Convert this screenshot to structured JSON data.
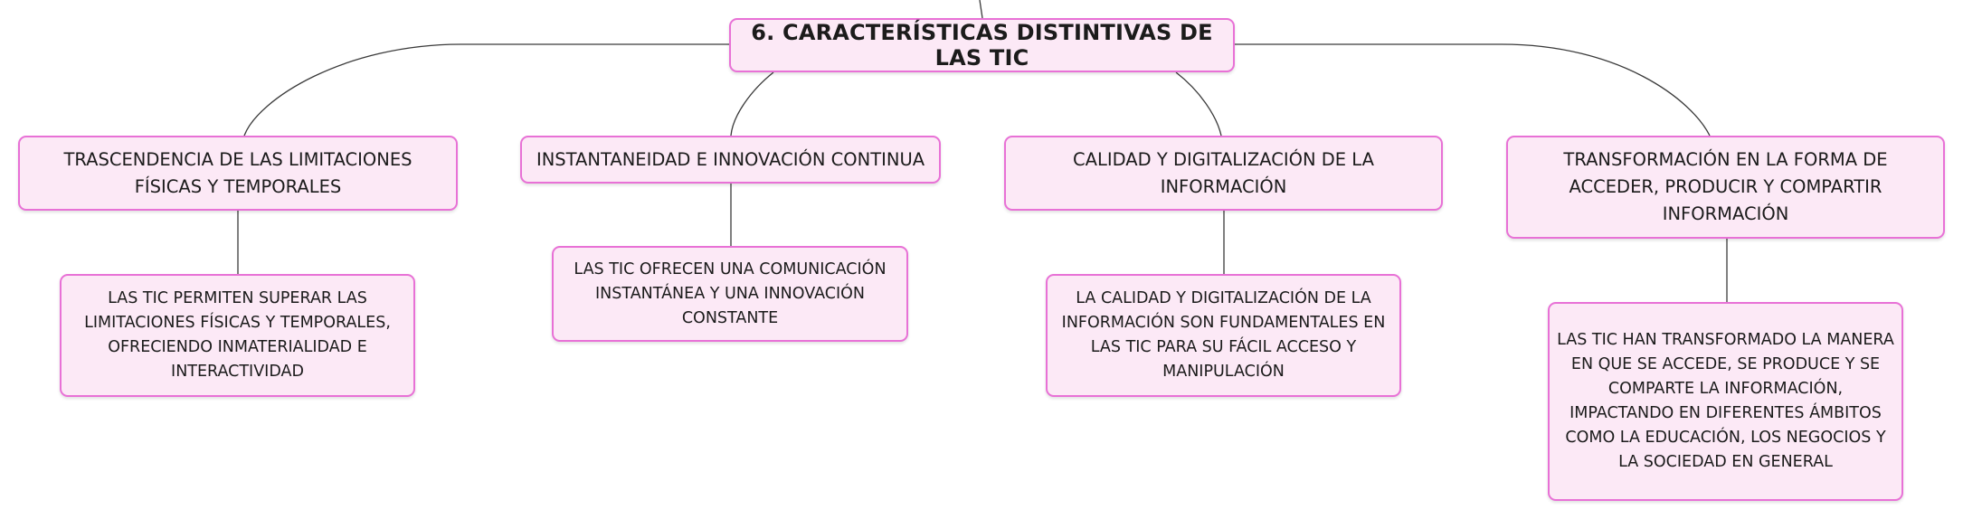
{
  "root": {
    "title": "6. CARACTERÍSTICAS DISTINTIVAS DE LAS TIC"
  },
  "branches": [
    {
      "topic": "TRASCENDENCIA DE LAS LIMITACIONES FÍSICAS Y TEMPORALES",
      "detail": "LAS TIC PERMITEN SUPERAR LAS LIMITACIONES FÍSICAS Y TEMPORALES, OFRECIENDO INMATERIALIDAD E INTERACTIVIDAD"
    },
    {
      "topic": "INSTANTANEIDAD E INNOVACIÓN CONTINUA",
      "detail": "LAS TIC OFRECEN UNA COMUNICACIÓN INSTANTÁNEA Y UNA INNOVACIÓN CONSTANTE"
    },
    {
      "topic": "CALIDAD Y DIGITALIZACIÓN DE LA INFORMACIÓN",
      "detail": "LA CALIDAD Y DIGITALIZACIÓN DE LA INFORMACIÓN SON FUNDAMENTALES EN LAS TIC PARA SU FÁCIL ACCESO Y MANIPULACIÓN"
    },
    {
      "topic": "TRANSFORMACIÓN EN LA FORMA DE ACCEDER, PRODUCIR Y COMPARTIR INFORMACIÓN",
      "detail": "LAS TIC HAN TRANSFORMADO LA MANERA EN QUE SE ACCEDE, SE PRODUCE Y SE COMPARTE LA INFORMACIÓN, IMPACTANDO EN DIFERENTES ÁMBITOS COMO LA EDUCACIÓN, LOS NEGOCIOS Y LA SOCIEDAD EN GENERAL"
    }
  ],
  "colors": {
    "node_fill": "#fce9f6",
    "node_border": "#e871d6",
    "connector": "#3a3a3a"
  }
}
